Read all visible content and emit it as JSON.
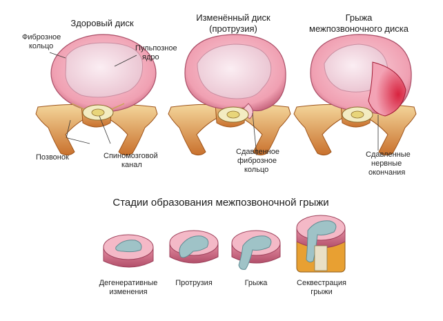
{
  "top": {
    "healthy_title": "Здоровый диск",
    "changed_title_1": "Изменённый диск",
    "changed_title_2": "(протрузия)",
    "hernia_title_1": "Грыжа",
    "hernia_title_2": "межпозвоночного диска"
  },
  "labels": {
    "fibrous_ring_1": "Фиброзное",
    "fibrous_ring_2": "кольцо",
    "nucleus_1": "Пульпозное",
    "nucleus_2": "ядро",
    "vertebra": "Позвонок",
    "spinal_canal_1": "Спиномозговой",
    "spinal_canal_2": "канал",
    "compressed_ring_1": "Сдавленное",
    "compressed_ring_2": "фиброзное",
    "compressed_ring_3": "кольцо",
    "compressed_nerves_1": "Сдавленные",
    "compressed_nerves_2": "нервные",
    "compressed_nerves_3": "окончания"
  },
  "stages": {
    "title": "Стадии образования межпозвоночной грыжи",
    "degenerative_1": "Дегенеративные",
    "degenerative_2": "изменения",
    "protrusion": "Протрузия",
    "hernia": "Грыжа",
    "sequestration_1": "Секвестрация",
    "sequestration_2": "грыжи"
  },
  "colors": {
    "ring": "#f2a9b8",
    "ring_edge": "#b85b74",
    "nucleus": "#f3d9e2",
    "bone": "#d9863c",
    "bone_light": "#f0c98a",
    "canal": "#f2e9b8",
    "herniation": "#e0435c",
    "gel": "#8fb6bd"
  }
}
